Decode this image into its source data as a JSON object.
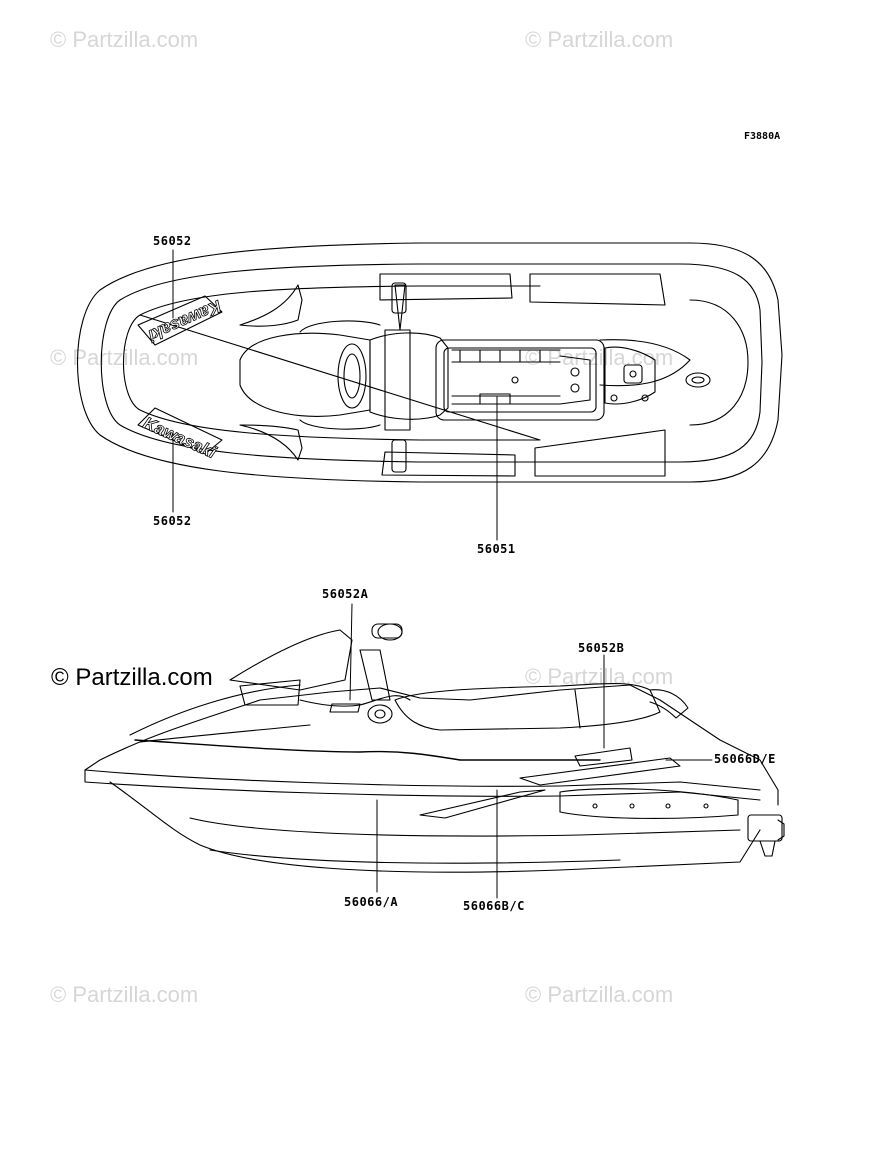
{
  "figure_id": "F3880A",
  "watermark": "© Partzilla.com",
  "watermark_prominent": "© Partzilla.com",
  "brand_decal": "Kawasaki",
  "callouts": {
    "top_left_upper": "56052",
    "top_left_lower": "56052",
    "top_center": "56051",
    "side_top": "56052A",
    "side_right_upper": "56052B",
    "side_right": "56066D/E",
    "side_bottom_left": "56066/A",
    "side_bottom_center": "56066B/C"
  }
}
